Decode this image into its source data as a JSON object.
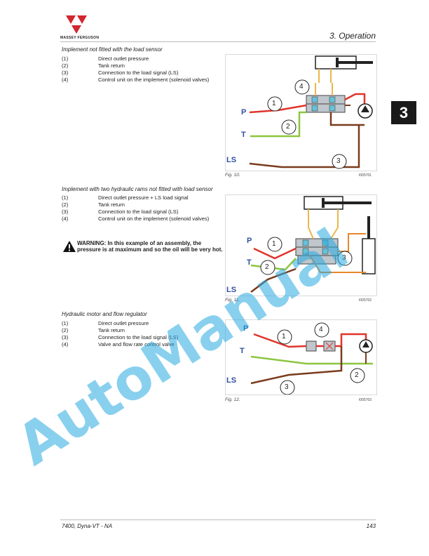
{
  "header": {
    "brand": "MASSEY FERGUSON",
    "chapter": "3. Operation",
    "tab": "3"
  },
  "sections": [
    {
      "title": "Implement not fitted with the load sensor",
      "items": [
        {
          "num": "(1)",
          "text": "Direct outlet pressure"
        },
        {
          "num": "(2)",
          "text": "Tank return"
        },
        {
          "num": "(3)",
          "text": "Connection to the load signal (LS)"
        },
        {
          "num": "(4)",
          "text": "Control unit on the implement (solenoid valves)"
        }
      ]
    },
    {
      "title": "Implement with two hydraulic rams not fitted with load sensor",
      "items": [
        {
          "num": "(1)",
          "text": "Direct outlet pressure + LS load signal"
        },
        {
          "num": "(2)",
          "text": "Tank return"
        },
        {
          "num": "(3)",
          "text": "Connection to the load signal (LS)"
        },
        {
          "num": "(4)",
          "text": "Control unit on the implement (solenoid valves)"
        }
      ]
    },
    {
      "title": "Hydraulic motor and flow regulator",
      "items": [
        {
          "num": "(1)",
          "text": "Direct outlet pressure"
        },
        {
          "num": "(2)",
          "text": "Tank return"
        },
        {
          "num": "(3)",
          "text": "Connection to the load signal (LS)"
        },
        {
          "num": "(4)",
          "text": "Valve and flow rate control valve"
        }
      ]
    }
  ],
  "warning": {
    "label": "WARNING:",
    "text": " In this example of an assembly, the pressure is at maximum and so the oil will be very hot."
  },
  "figures": [
    {
      "caption": "Fig. 10.",
      "id": "I005701",
      "labels": {
        "p": "P",
        "t": "T",
        "ls": "LS",
        "n1": "1",
        "n2": "2",
        "n3": "3",
        "n4": "4"
      }
    },
    {
      "caption": "Fig. 11.",
      "id": "I005702",
      "labels": {
        "p": "P",
        "t": "T",
        "ls": "LS",
        "n1": "1",
        "n2": "2",
        "n3": "3"
      }
    },
    {
      "caption": "Fig. 12.",
      "id": "I005703",
      "labels": {
        "p": "P",
        "t": "T",
        "ls": "LS",
        "n1": "1",
        "n2": "2",
        "n3": "3",
        "n4": "4"
      }
    }
  ],
  "watermark": "AutoManual",
  "footer": {
    "model": "7400, Dyna-VT - NA",
    "page": "143"
  },
  "colors": {
    "pressure": "#e0342b",
    "tank": "#8cc63f",
    "ls": "#7a3b1e",
    "pilot": "#e8b84a",
    "orange": "#e8862a",
    "label_blue": "#2d4fa0",
    "watermark": "#29aae1"
  }
}
